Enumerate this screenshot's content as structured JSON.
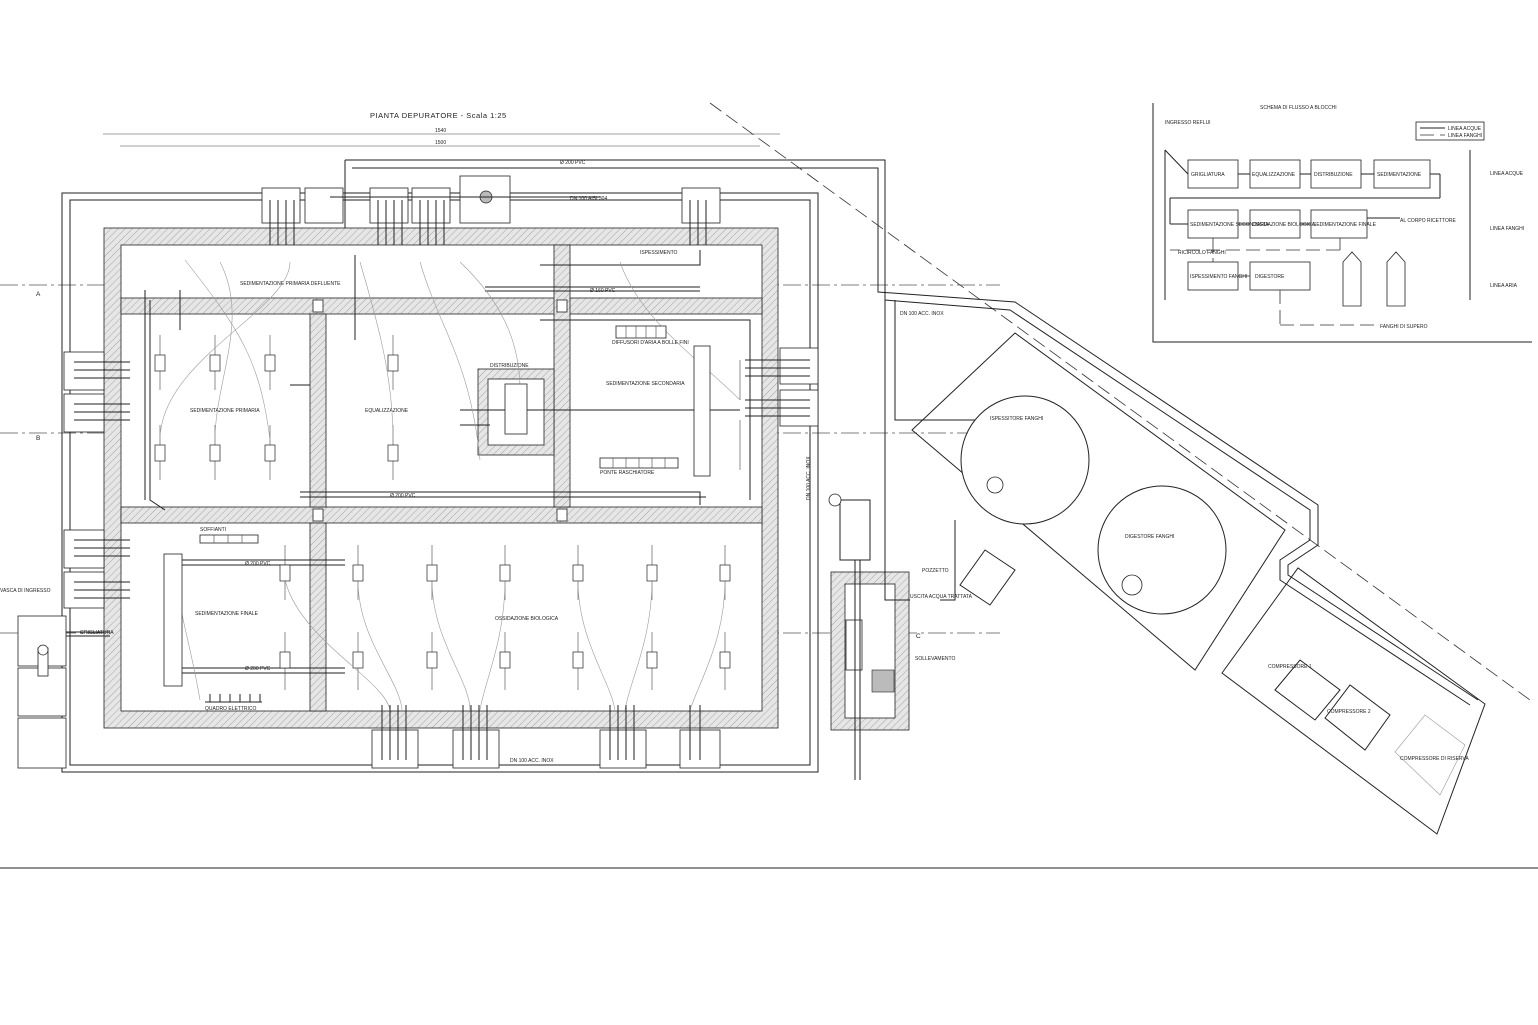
{
  "title": "PIANTA DEPURATORE - Scala 1:25",
  "dims": {
    "overall_top": "1540",
    "overall_inner": "1500"
  },
  "rooms": {
    "rasp_inglese": "SEDIMENTAZIONE PRIMARIA",
    "equalizzazione": "EQUALIZZAZIONE",
    "distribuzione": "DISTRIBUZIONE",
    "sed_secondaria": "SEDIMENTAZIONE SECONDARIA",
    "sed_finale": "SEDIMENTAZIONE FINALE",
    "ossidazione": "OSSIDAZIONE BIOLOGICA",
    "ispessimento": "ISPESSIMENTO",
    "sedimentazione_top": "SEDIMENTAZIONE PRIMARIA DEFLUENTE"
  },
  "pipes": {
    "pvc_top": "Ø 200 PVC",
    "aisi_top": "DN 100 AISI 304",
    "pvc_mid": "Ø 160 PVC",
    "pvc_low": "Ø 200 PVC",
    "aisi_side": "DN 100 ACC. INOX",
    "aisi_bottom": "DN 100 ACC. INOX",
    "diag_pipe": "DN 100 ACC. INOX"
  },
  "tanks": {
    "ispessitore": "ISPESSITORE FANGHI",
    "digestore": "DIGESTORE FANGHI",
    "pozzetto": "POZZETTO",
    "compressore1": "COMPRESSORE 1",
    "compressore2": "COMPRESSORE 2",
    "compressore_ris": "COMPRESSORE DI RISERVA"
  },
  "notes": {
    "diffusori": "DIFFUSORI D'ARIA A BOLLE FINI",
    "ponte": "PONTE RASCHIATORE",
    "soffianti": "SOFFIANTI",
    "quadro": "QUADRO ELETTRICO",
    "uscita": "USCITA ACQUA TRATTATA",
    "grigliatura": "GRIGLIATURA",
    "vasca_ingresso": "VASCA DI INGRESSO",
    "sollevamento": "SOLLEVAMENTO"
  },
  "schema": {
    "title": "SCHEMA DI FLUSSO A BLOCCHI",
    "legend_1": "LINEA ACQUE",
    "legend_2": "LINEA FANGHI",
    "b1": "GRIGLIATURA",
    "b2": "EQUALIZZAZIONE",
    "b3": "DISTRIBUZIONE",
    "b4": "SEDIMENTAZIONE",
    "b5": "SEDIMENTAZIONE SECONDARIA",
    "b6": "OSSIDAZIONE BIOLOGICA",
    "b7": "SEDIMENTAZIONE FINALE",
    "b8": "ISPESSIMENTO FANGHI",
    "b9": "DIGESTORE",
    "in_label": "INGRESSO REFLUI",
    "out_1": "AL CORPO RICETTORE",
    "out_2": "RICIRCOLO FANGHI",
    "out_3": "FANGHI DI SUPERO",
    "side_1": "LINEA ACQUE",
    "side_2": "LINEA FANGHI",
    "side_3": "LINEA ARIA"
  }
}
